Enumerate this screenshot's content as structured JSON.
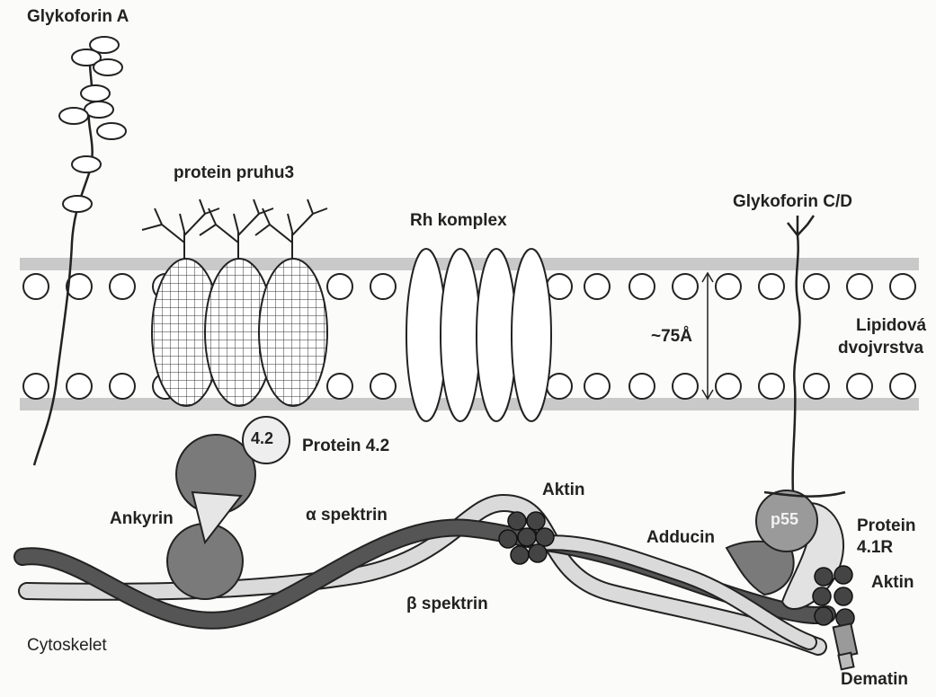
{
  "labels": {
    "glycophorin_a": "Glykoforin A",
    "band3": "protein pruhu3",
    "rh_complex": "Rh komplex",
    "glycophorin_cd": "Glykoforin C/D",
    "thickness": "~75Å",
    "lipid_line1": "Lipidová",
    "lipid_line2": "dvojvrstva",
    "protein42_tag": "4.2",
    "protein42": "Protein 4.2",
    "ankyrin": "Ankyrin",
    "alpha_spectrin": "α spektrin",
    "beta_spectrin": "β spektrin",
    "actin_top": "Aktin",
    "adducin": "Adducin",
    "p55": "p55",
    "protein41r_line1": "Protein",
    "protein41r_line2": "4.1R",
    "actin_right": "Aktin",
    "cytoskeleton": "Cytoskelet",
    "dematin": "Dematin"
  },
  "colors": {
    "membrane_band": "#c9c9c9",
    "alpha_spectrin": "#555555",
    "beta_spectrin": "#d9d9d9",
    "ankyrin": "#7a7a7a",
    "actin": "#444444",
    "outline": "#222222"
  }
}
